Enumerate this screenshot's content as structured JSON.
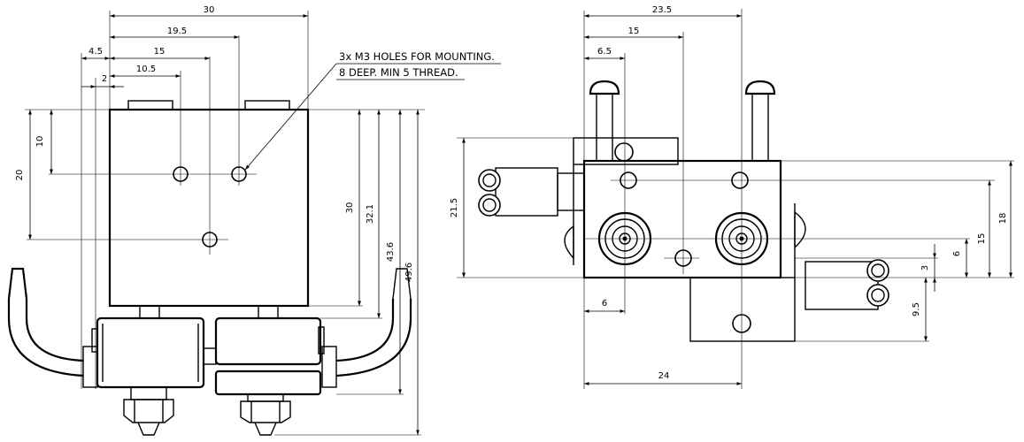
{
  "note": {
    "line1": "3x M3 HOLES FOR MOUNTING.",
    "line2": "8 DEEP. MIN 5 THREAD."
  },
  "left_view": {
    "dims": {
      "d30_top": "30",
      "d19_5": "19.5",
      "d4_5": "4.5",
      "d15": "15",
      "d10_5": "10.5",
      "d2": "2",
      "d10_v": "10",
      "d20_v": "20",
      "d30_v": "30",
      "d32_1": "32.1",
      "d43_6": "43.6",
      "d49_6": "49.6"
    }
  },
  "right_view": {
    "dims": {
      "d23_5": "23.5",
      "d15_top": "15",
      "d6_5": "6.5",
      "d21_5": "21.5",
      "d18": "18",
      "d15_v": "15",
      "d6_v": "6",
      "d3_v": "3",
      "d9_5": "9.5",
      "d6_h": "6",
      "d24": "24"
    }
  }
}
